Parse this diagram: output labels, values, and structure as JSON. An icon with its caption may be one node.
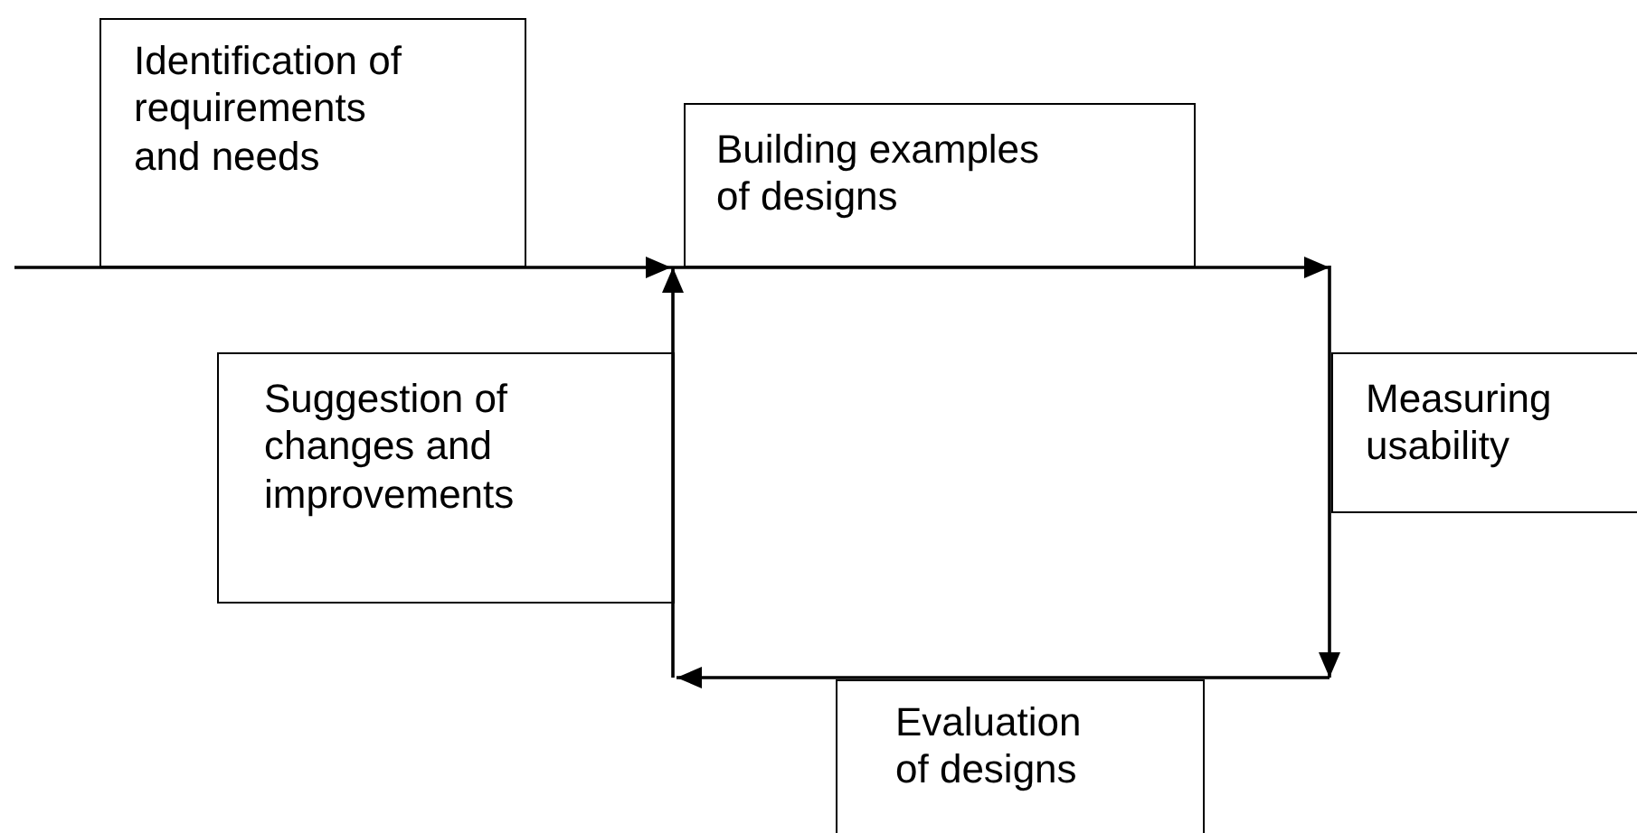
{
  "diagram": {
    "nodes": [
      {
        "text": [
          "Identification of requirements and needs"
        ]
      },
      {
        "text": [
          "Building examples of designs"
        ]
      },
      {
        "text": [
          "Measuring usability"
        ]
      },
      {
        "text": [
          "Evaluation of designs"
        ]
      },
      {
        "text": [
          "Suggestion of changes and improvements"
        ]
      }
    ],
    "edges": [
      {
        "from": 0,
        "to": 1,
        "arrow": "to"
      },
      {
        "from": 1,
        "to": 2,
        "arrow": "to"
      },
      {
        "from": 2,
        "to": 3,
        "arrow": "to"
      },
      {
        "from": 3,
        "to": 4,
        "arrow": "to"
      },
      {
        "from": 4,
        "to": 1,
        "arrow": "to"
      }
    ]
  }
}
